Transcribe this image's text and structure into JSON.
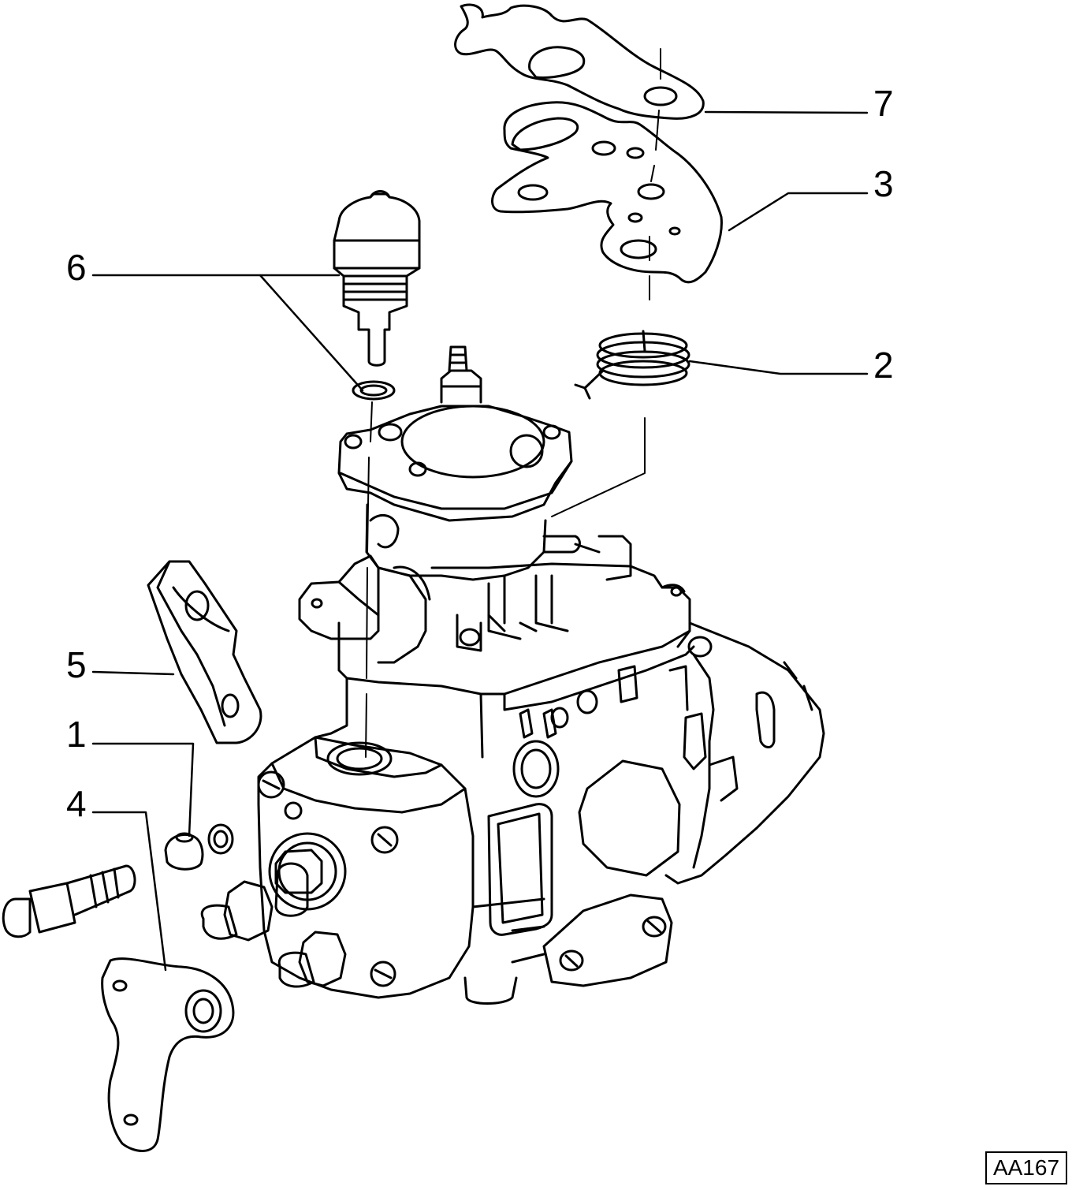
{
  "diagram": {
    "reference_code": "AA167",
    "callouts": [
      {
        "id": "7",
        "label": "7"
      },
      {
        "id": "3",
        "label": "3"
      },
      {
        "id": "2",
        "label": "2"
      },
      {
        "id": "6",
        "label": "6"
      },
      {
        "id": "5",
        "label": "5"
      },
      {
        "id": "1",
        "label": "1"
      },
      {
        "id": "4",
        "label": "4"
      }
    ],
    "colors": {
      "ink": "#000000",
      "paper": "#ffffff"
    }
  }
}
